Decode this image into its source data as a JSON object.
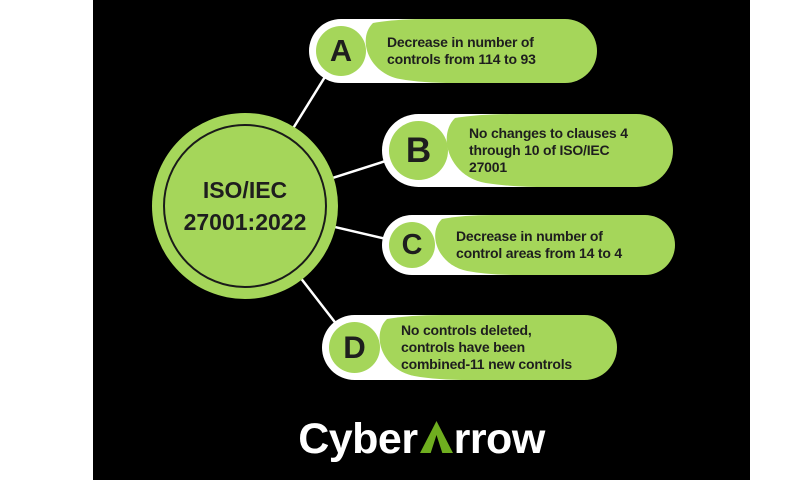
{
  "colors": {
    "page": "#ffffff",
    "black": "#000000",
    "green": "#a5d65a",
    "dark": "#1e1e1e",
    "ring": "#1a1a1a",
    "white": "#ffffff",
    "logo_green": "#6fae1f"
  },
  "center_node": {
    "title": "ISO/IEC\n27001:2022"
  },
  "items": [
    {
      "letter": "A",
      "text": "Decrease in number of\ncontrols from 114 to 93"
    },
    {
      "letter": "B",
      "text": "No changes to clauses 4\nthrough 10 of ISO/IEC\n27001"
    },
    {
      "letter": "C",
      "text": "Decrease in number of\ncontrol areas from 14 to 4"
    },
    {
      "letter": "D",
      "text": "No controls deleted,\ncontrols have been\ncombined-11 new controls"
    }
  ],
  "logo": {
    "prefix": "Cyber",
    "suffix": "rrow",
    "arrow_icon": "green-arrow-a"
  }
}
